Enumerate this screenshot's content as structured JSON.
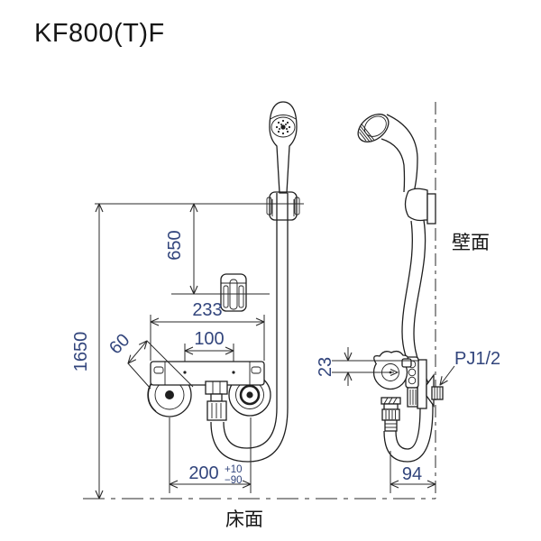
{
  "title": "KF800(T)F",
  "colors": {
    "background": "#ffffff",
    "line": "#1f1f1f",
    "dimension_text": "#32457c",
    "label_text": "#161616"
  },
  "front_view": {
    "dim_total_height": "1650",
    "dim_hanger_height": "650",
    "dim_body_width": "233",
    "dim_center_pitch": "100",
    "dim_handle_diameter": "60",
    "dim_pipe_pitch": "200",
    "dim_pipe_pitch_tol_upper": "+10",
    "dim_pipe_pitch_tol_lower": "−90"
  },
  "side_view": {
    "dim_axis_offset": "23",
    "dim_wall_clearance": "94",
    "thread_label": "PJ1/2"
  },
  "labels": {
    "wall": "壁面",
    "floor": "床面"
  }
}
